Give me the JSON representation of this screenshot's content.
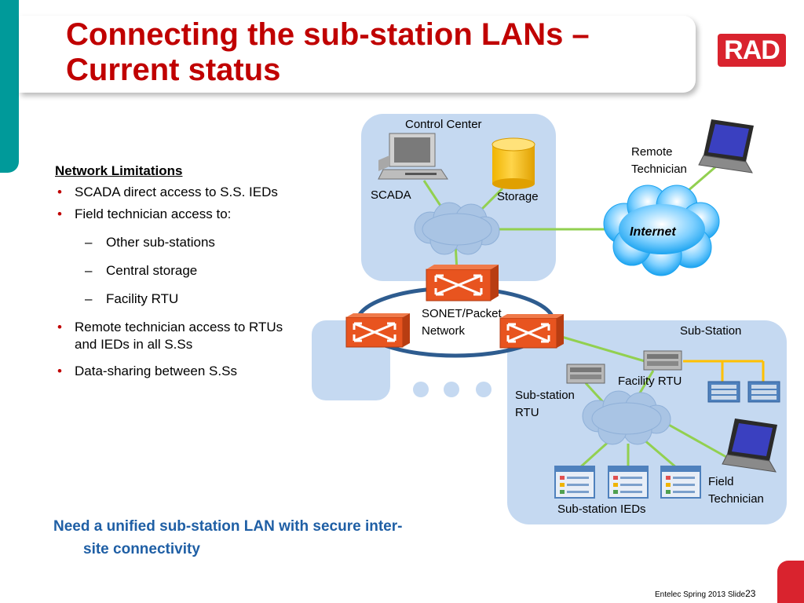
{
  "title": {
    "line1": "Connecting the sub-station LANs –",
    "line2": "Current status"
  },
  "logo": "RAD",
  "limitations": {
    "heading": "Network Limitations",
    "items": [
      {
        "level": 1,
        "text": "SCADA direct access to S.S. IEDs"
      },
      {
        "level": 1,
        "text": "Field technician access to:"
      },
      {
        "level": 2,
        "text": "Other sub-stations"
      },
      {
        "level": 2,
        "text": "Central storage"
      },
      {
        "level": 2,
        "text": "Facility RTU"
      },
      {
        "level": 1,
        "text": "Remote technician access to RTUs and IEDs in all S.Ss"
      },
      {
        "level": 1,
        "text": "Data-sharing between S.Ss"
      }
    ]
  },
  "conclusion": {
    "line1": "Need a unified sub-station LAN with secure inter-",
    "line2": "site connectivity"
  },
  "diagram": {
    "control_center": "Control Center",
    "scada": "SCADA",
    "storage": "Storage",
    "remote_tech": {
      "line1": "Remote",
      "line2": "Technician"
    },
    "internet": "Internet",
    "sonet": {
      "line1": "SONET/Packet",
      "line2": "Network"
    },
    "substation": "Sub-Station",
    "facility_rtu": "Facility RTU",
    "substation_rtu": {
      "line1": "Sub-station",
      "line2": "RTU"
    },
    "field_tech": {
      "line1": "Field",
      "line2": "Technician"
    },
    "ieds": "Sub-station IEDs"
  },
  "colors": {
    "title": "#c00000",
    "accent": "#009a9a",
    "region": "#c5d9f1",
    "switch": "#e8541f",
    "link": "#92d050",
    "note": "#1f5fa5"
  },
  "footer": {
    "text": "Entelec Spring 2013  Slide",
    "number": "23"
  }
}
